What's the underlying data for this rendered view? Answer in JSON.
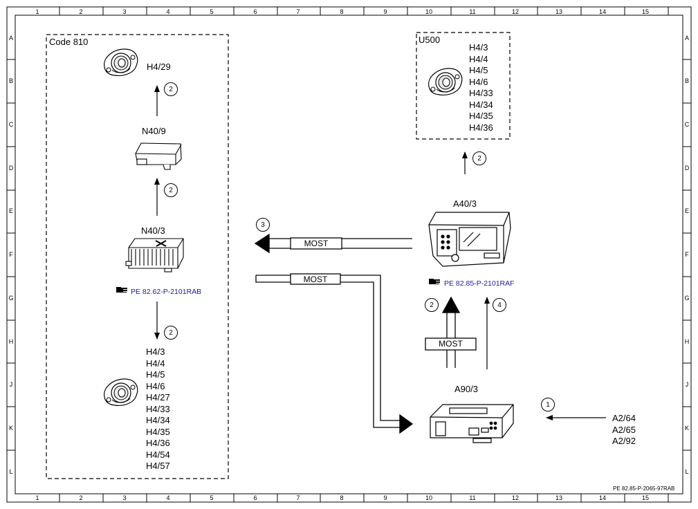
{
  "frame": {
    "columns": [
      "1",
      "2",
      "3",
      "4",
      "5",
      "6",
      "7",
      "8",
      "9",
      "10",
      "11",
      "12",
      "13",
      "14",
      "15"
    ],
    "rows": [
      "A",
      "B",
      "C",
      "D",
      "E",
      "F",
      "G",
      "H",
      "J",
      "K",
      "L"
    ],
    "doc_id": "PE 82.85-P-2065-97RAB"
  },
  "group_code810": {
    "title": "Code 810",
    "speaker_top": "H4/29",
    "amp_label": "N40/9",
    "module_label": "N40/3",
    "ref": "PE 82.62-P-2101RAB",
    "speakers_bottom": [
      "H4/3",
      "H4/4",
      "H4/5",
      "H4/6",
      "H4/27",
      "H4/33",
      "H4/34",
      "H4/35",
      "H4/36",
      "H4/54",
      "H4/57"
    ]
  },
  "group_u500": {
    "title": "U500",
    "speakers": [
      "H4/3",
      "H4/4",
      "H4/5",
      "H4/6",
      "H4/33",
      "H4/34",
      "H4/35",
      "H4/36"
    ]
  },
  "head_unit": {
    "label": "A40/3",
    "ref": "PE 82.85-P-2101RAF"
  },
  "tuner": {
    "label": "A90/3"
  },
  "antennas": [
    "A2/64",
    "A2/65",
    "A2/92"
  ],
  "bus_labels": {
    "most_top": "MOST",
    "most_mid": "MOST",
    "most_vertical": "MOST"
  },
  "callouts": {
    "c1": "1",
    "c2a": "2",
    "c2b": "2",
    "c2c": "2",
    "c2d": "2",
    "c2e": "2",
    "c3": "3",
    "c4": "4"
  }
}
